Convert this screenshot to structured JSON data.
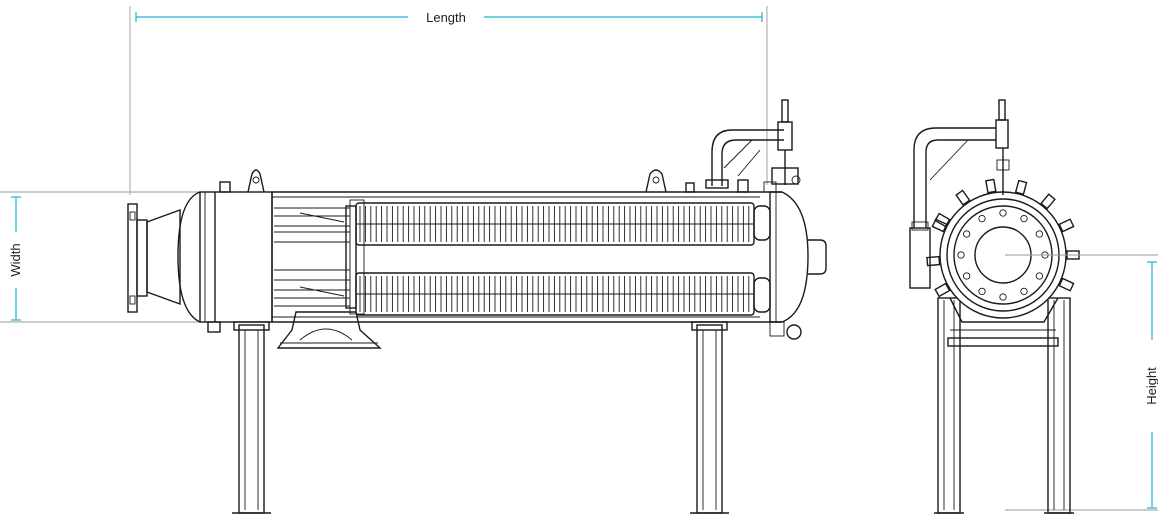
{
  "dimensions": {
    "length_label": "Length",
    "width_label": "Width",
    "height_label": "Height"
  },
  "colors": {
    "dimension_line": "#1fb4d4",
    "extension_line": "#9a9a9a",
    "drawing_line": "#1a1a1a",
    "background": "#ffffff"
  }
}
